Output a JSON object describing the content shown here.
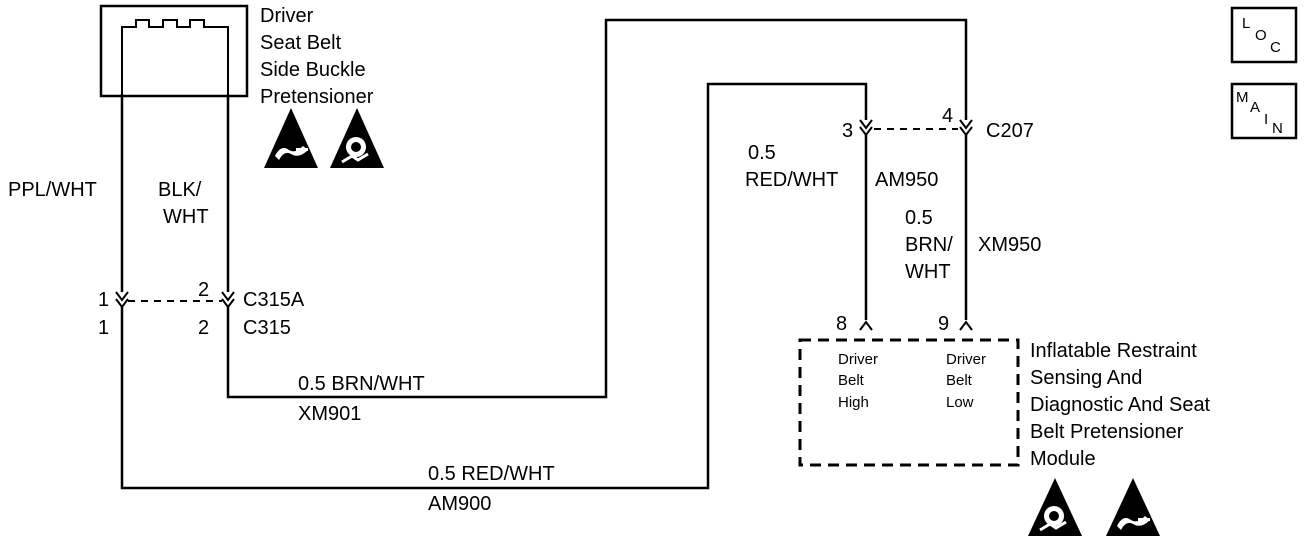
{
  "pretensioner": {
    "name_lines": [
      "Driver",
      "Seat Belt",
      "Side Buckle",
      "Pretensioner"
    ]
  },
  "wires": {
    "left_color": "PPL/WHT",
    "mid_color_lines": [
      "BLK/",
      "WHT"
    ],
    "brn_size_color": "0.5 BRN/WHT",
    "brn_circuit": "XM901",
    "red_size_color": "0.5 RED/WHT",
    "red_circuit": "AM900",
    "am950_size": "0.5",
    "am950_color": "RED/WHT",
    "am950_circuit": "AM950",
    "xm950_size": "0.5",
    "xm950_color_lines": [
      "BRN/",
      "WHT"
    ],
    "xm950_circuit": "XM950"
  },
  "connectors": {
    "c315a": {
      "name": "C315A",
      "pin_left": "1",
      "pin_right": "2"
    },
    "c315": {
      "name": "C315",
      "pin_left": "1",
      "pin_right": "2"
    },
    "c207": {
      "name": "C207",
      "pin_left": "3",
      "pin_right": "4"
    }
  },
  "module": {
    "pin_high": "8",
    "pin_low": "9",
    "high_lines": [
      "Driver",
      "Belt",
      "High"
    ],
    "low_lines": [
      "Driver",
      "Belt",
      "Low"
    ],
    "name_lines": [
      "Inflatable Restraint",
      "Sensing And",
      "Diagnostic And Seat",
      "Belt Pretensioner",
      "Module"
    ]
  },
  "nav": {
    "loc": {
      "l1": "L",
      "l2": "O",
      "l3": "C"
    },
    "main": {
      "l1": "M",
      "l2": "A",
      "l3": "I",
      "l4": "N"
    }
  },
  "icons": [
    "esd-warning-icon",
    "airbag-warning-icon"
  ]
}
